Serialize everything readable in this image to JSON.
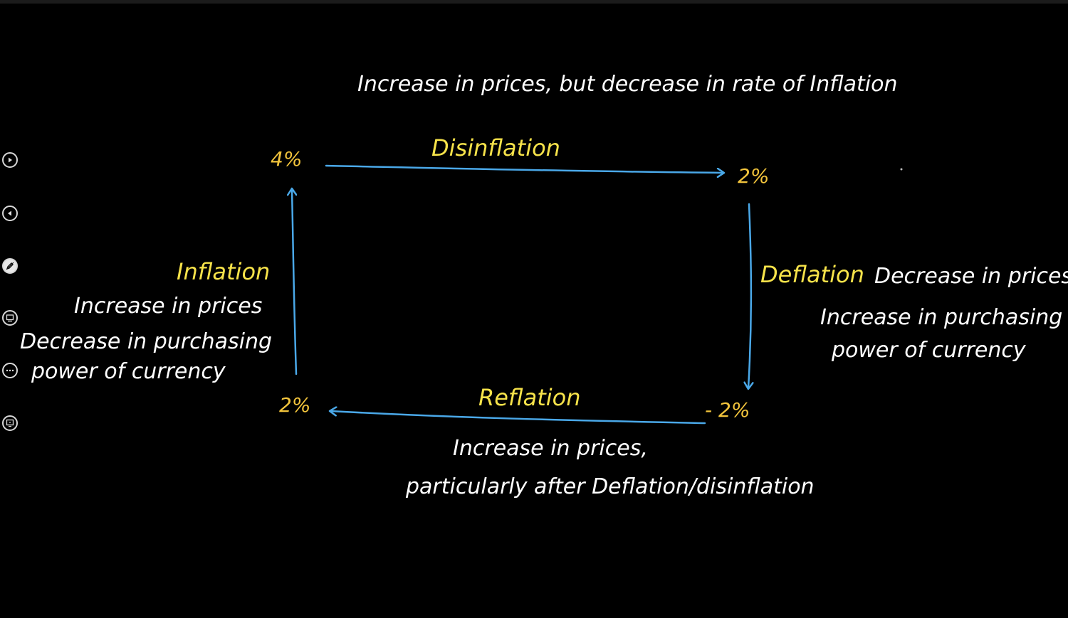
{
  "diagram": {
    "top_caption": "Increase in prices, but decrease in rate of Inflation",
    "edges": {
      "disinflation": "Disinflation",
      "deflation": "Deflation",
      "reflation": "Reflation",
      "inflation": "Inflation"
    },
    "nodes": {
      "top_left": "4%",
      "top_right": "2%",
      "bottom_right": "- 2%",
      "bottom_left": "2%"
    },
    "deflation_notes": {
      "line1": "Decrease in prices",
      "line2": "Increase in purchasing",
      "line3": "power of currency"
    },
    "inflation_notes": {
      "line1": "Increase in prices",
      "line2": "Decrease in purchasing",
      "line3": "power of currency"
    },
    "reflation_notes": {
      "line1": "Increase in prices,",
      "line2": "particularly after Deflation/disinflation"
    }
  },
  "colors": {
    "background": "#000000",
    "arrow": "#4aa8e8",
    "label_yellow": "#f7e34a",
    "ink": "#ffffff"
  },
  "toolbar": {
    "icons": [
      "play-icon",
      "back-icon",
      "pen-icon",
      "screen-icon",
      "more-icon",
      "settings-icon"
    ]
  }
}
